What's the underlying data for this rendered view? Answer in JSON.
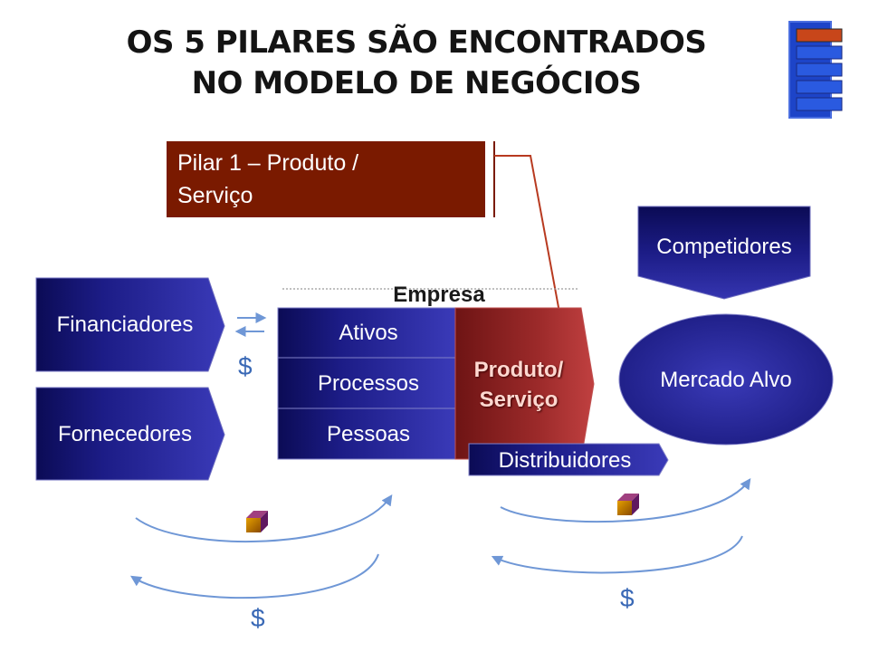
{
  "title": {
    "line1": "OS 5 PILARES SÃO ENCONTRADOS",
    "line2": "NO MODELO DE NEGÓCIOS"
  },
  "pillar_box": {
    "line1": "Pilar 1 – Produto /",
    "line2": "Serviço"
  },
  "company_label": "Empresa",
  "company_rows": [
    "Ativos",
    "Processos",
    "Pessoas"
  ],
  "product": {
    "line1": "Produto/",
    "line2": "Serviço"
  },
  "financiers": "Financiadores",
  "suppliers": "Fornecedores",
  "competitors": "Competidores",
  "target_market": "Mercado Alvo",
  "distributors": "Distribuidores",
  "currency_symbol": "$",
  "colors": {
    "pillar_fill": "#7a1a00",
    "product_fill": "#a83030",
    "navy_dark": "#10106a",
    "navy_light": "#3a3ab8",
    "arrow_blue": "#6f97d6",
    "dollar_blue": "#3a69b6"
  }
}
